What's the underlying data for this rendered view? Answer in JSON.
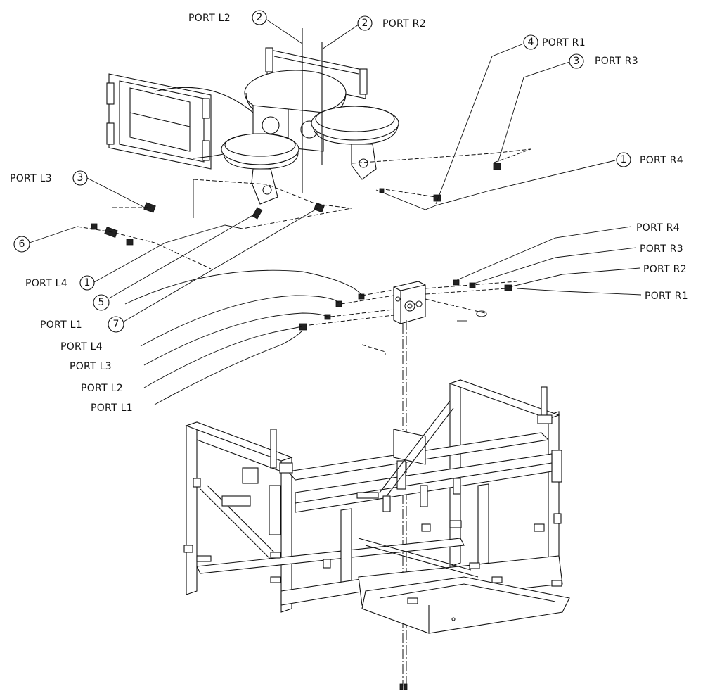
{
  "callouts": {
    "port_l2_top": "PORT L2",
    "port_r2_top": "PORT R2",
    "port_r1_top": "PORT R1",
    "port_r3_top": "PORT R3",
    "port_r4_top": "PORT R4",
    "port_l3_top": "PORT L3",
    "port_l4_mid": "PORT L4",
    "port_l1_mid": "PORT L1",
    "port_r4_man": "PORT R4",
    "port_r3_man": "PORT R3",
    "port_r2_man": "PORT R2",
    "port_r1_man": "PORT R1",
    "port_l4_man": "PORT L4",
    "port_l3_man": "PORT L3",
    "port_l2_man": "PORT L2",
    "port_l1_man": "PORT L1"
  },
  "item_numbers": {
    "n_l2": "2",
    "n_r2": "2",
    "n_r1": "4",
    "n_r3": "3",
    "n_r4": "1",
    "n_l3": "3",
    "n_6": "6",
    "n_l4": "1",
    "n_5": "5",
    "n_7": "7"
  }
}
